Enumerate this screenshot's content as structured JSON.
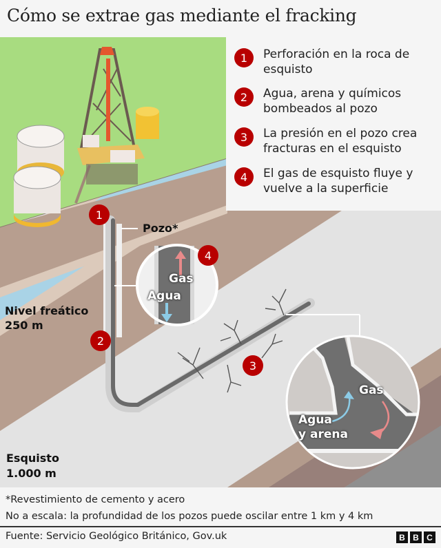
{
  "title": "Cómo se extrae gas mediante el fracking",
  "steps": [
    {
      "number": "1",
      "text": "Perforación en la roca de esquisto"
    },
    {
      "number": "2",
      "text": "Agua, arena y químicos bombeados al pozo"
    },
    {
      "number": "3",
      "text": "La presión en el pozo crea fracturas en el esquisto"
    },
    {
      "number": "4",
      "text": "El gas de esquisto fluye y vuelve a la superficie"
    }
  ],
  "labels": {
    "well": "Pozo*",
    "water_table": "Nivel freático",
    "water_table_depth": "250 m",
    "shale": "Esquisto",
    "shale_depth": "1.000 m"
  },
  "inset_top": {
    "gas": "Gas",
    "water": "Agua"
  },
  "inset_bottom": {
    "gas": "Gas",
    "water_sand_1": "Agua",
    "water_sand_2": "y arena"
  },
  "notes": {
    "footnote": "*Revestimiento de cemento y acero",
    "scale": "No a escala: la profundidad de los pozos puede oscilar entre 1 km y 4 km"
  },
  "source": "Fuente: Servicio Geológico Británico, Gov.uk",
  "logo": [
    "B",
    "B",
    "C"
  ],
  "colors": {
    "badge": "#b80000",
    "grass": "#a8dc80",
    "water": "#a9d3e6",
    "soil": "#b79e8f",
    "shale": "#e3e3e3",
    "gas_arrow": "#e88a8a",
    "water_arrow": "#8ccbe6"
  }
}
